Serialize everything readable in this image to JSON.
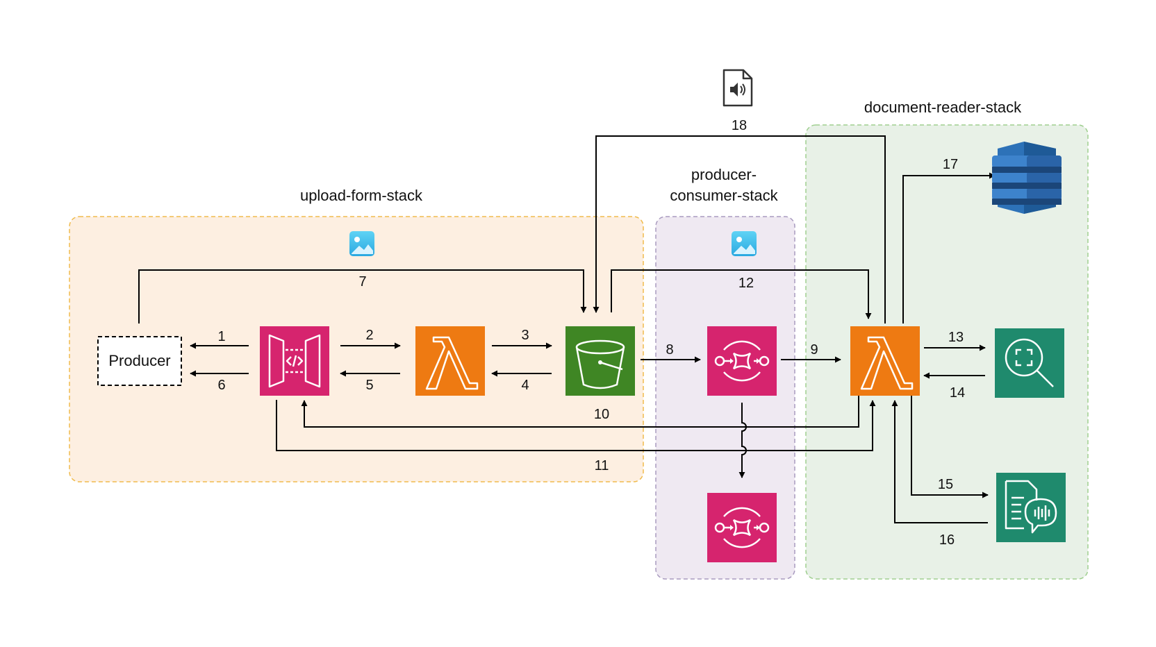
{
  "stacks": {
    "upload_form": {
      "label": "upload-form-stack",
      "fill": "#fdefe1",
      "stroke": "#f0bb4d"
    },
    "producer_consumer": {
      "label_line1": "producer-",
      "label_line2": "consumer-stack",
      "fill": "#efe9f2",
      "stroke": "#a99bbf"
    },
    "document_reader": {
      "label": "document-reader-stack",
      "fill": "#e8f1e7",
      "stroke": "#9fcf8f"
    }
  },
  "nodes": {
    "producer": {
      "label": "Producer"
    },
    "api_gateway": {
      "icon": "api-gateway-icon",
      "color": "#d6246e"
    },
    "upload_lambda": {
      "icon": "lambda-icon",
      "color": "#ee7a12"
    },
    "s3_bucket": {
      "icon": "s3-bucket-icon",
      "color": "#3f8624"
    },
    "sqs_queue": {
      "icon": "sqs-icon",
      "color": "#d6246e"
    },
    "sqs_dlq": {
      "icon": "sqs-icon",
      "color": "#d6246e"
    },
    "reader_lambda": {
      "icon": "lambda-icon",
      "color": "#ee7a12"
    },
    "textract": {
      "icon": "textract-icon",
      "color": "#1f8a6d"
    },
    "polly": {
      "icon": "polly-icon",
      "color": "#1f8a6d"
    },
    "dynamodb": {
      "icon": "dynamodb-icon",
      "color": "#2d72b8"
    },
    "audio_file": {
      "icon": "audio-file-icon"
    },
    "image_icon_upload": {
      "icon": "image-icon"
    },
    "image_icon_consumer": {
      "icon": "image-icon"
    }
  },
  "edges": {
    "e1": "1",
    "e2": "2",
    "e3": "3",
    "e4": "4",
    "e5": "5",
    "e6": "6",
    "e7": "7",
    "e8": "8",
    "e9": "9",
    "e10": "10",
    "e11": "11",
    "e12": "12",
    "e13": "13",
    "e14": "14",
    "e15": "15",
    "e16": "16",
    "e17": "17",
    "e18": "18"
  }
}
